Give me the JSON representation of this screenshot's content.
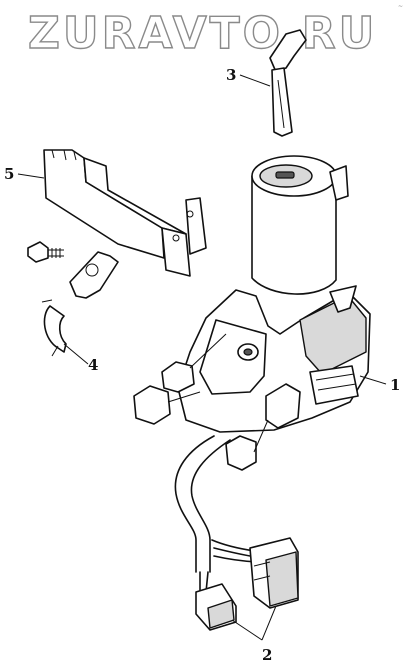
{
  "watermark": "ZURAVTO.RU",
  "corner_mark": "~",
  "callouts": {
    "one": "1",
    "two": "2",
    "three": "3",
    "four": "4",
    "five": "5"
  }
}
